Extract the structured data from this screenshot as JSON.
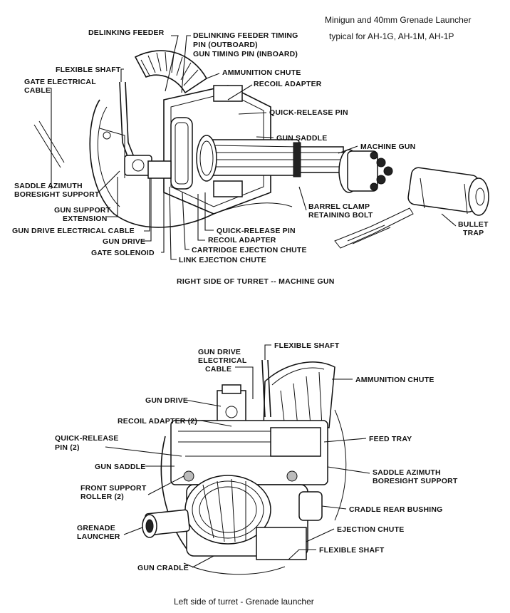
{
  "header": {
    "line1": "Minigun and 40mm Grenade Launcher",
    "line2": "typical for AH-1G, AH-1M, AH-1P"
  },
  "top_diagram": {
    "caption": "RIGHT SIDE OF TURRET -- MACHINE GUN",
    "labels": {
      "delinking_feeder": "DELINKING FEEDER",
      "timing_pin_1": "DELINKING FEEDER TIMING",
      "timing_pin_2": "PIN (OUTBOARD)",
      "timing_pin_3": "GUN TIMING PIN (INBOARD)",
      "flexible_shaft": "FLEXIBLE SHAFT",
      "ammunition_chute": "AMMUNITION CHUTE",
      "gate_cable_1": "GATE ELECTRICAL",
      "gate_cable_2": "CABLE",
      "recoil_adapter_top": "RECOIL ADAPTER",
      "quick_release_top": "QUICK-RELEASE PIN",
      "gun_saddle": "GUN SADDLE",
      "machine_gun": "MACHINE GUN",
      "saddle_azimuth_1": "SADDLE AZIMUTH",
      "saddle_azimuth_2": "BORESIGHT SUPPORT",
      "gun_support_1": "GUN SUPPORT",
      "gun_support_2": "EXTENSION",
      "barrel_clamp_1": "BARREL CLAMP",
      "barrel_clamp_2": "RETAINING BOLT",
      "bullet_trap_1": "BULLET",
      "bullet_trap_2": "TRAP",
      "gun_drive_cable": "GUN DRIVE ELECTRICAL CABLE",
      "quick_release_bottom": "QUICK-RELEASE PIN",
      "gun_drive": "GUN DRIVE",
      "recoil_adapter_bottom": "RECOIL ADAPTER",
      "gate_solenoid": "GATE SOLENOID",
      "cartridge_chute": "CARTRIDGE EJECTION CHUTE",
      "link_chute": "LINK EJECTION CHUTE"
    }
  },
  "bottom_diagram": {
    "caption": "Left side of turret - Grenade launcher",
    "labels": {
      "gun_drive_cable_1": "GUN DRIVE",
      "gun_drive_cable_2": "ELECTRICAL",
      "gun_drive_cable_3": "CABLE",
      "flexible_shaft_top": "FLEXIBLE SHAFT",
      "ammunition_chute": "AMMUNITION CHUTE",
      "gun_drive": "GUN DRIVE",
      "recoil_adapter": "RECOIL ADAPTER (2)",
      "feed_tray": "FEED TRAY",
      "quick_release_1": "QUICK-RELEASE",
      "quick_release_2": "PIN (2)",
      "gun_saddle": "GUN SADDLE",
      "saddle_azimuth_1": "SADDLE AZIMUTH",
      "saddle_azimuth_2": "BORESIGHT SUPPORT",
      "front_roller_1": "FRONT SUPPORT",
      "front_roller_2": "ROLLER (2)",
      "cradle_bushing": "CRADLE REAR BUSHING",
      "grenade_launcher_1": "GRENADE",
      "grenade_launcher_2": "LAUNCHER",
      "ejection_chute": "EJECTION CHUTE",
      "flexible_shaft_bottom": "FLEXIBLE SHAFT",
      "gun_cradle": "GUN CRADLE"
    }
  }
}
